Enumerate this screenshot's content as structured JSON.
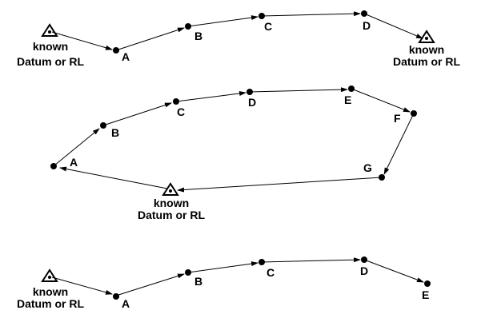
{
  "open_traverse": {
    "start_datum_lines": [
      "known",
      "Datum or RL"
    ],
    "end_datum_lines": [
      "known",
      "Datum or RL"
    ],
    "stations": [
      "A",
      "B",
      "C",
      "D"
    ]
  },
  "closed_loop_traverse": {
    "datum_lines": [
      "known",
      "Datum or RL"
    ],
    "stations": [
      "A",
      "B",
      "C",
      "D",
      "E",
      "F",
      "G"
    ]
  },
  "open_ended_traverse": {
    "start_datum_lines": [
      "known",
      "Datum or RL"
    ],
    "stations": [
      "A",
      "B",
      "C",
      "D",
      "E"
    ]
  },
  "colors": {
    "stroke": "#000000",
    "background": "#ffffff"
  }
}
